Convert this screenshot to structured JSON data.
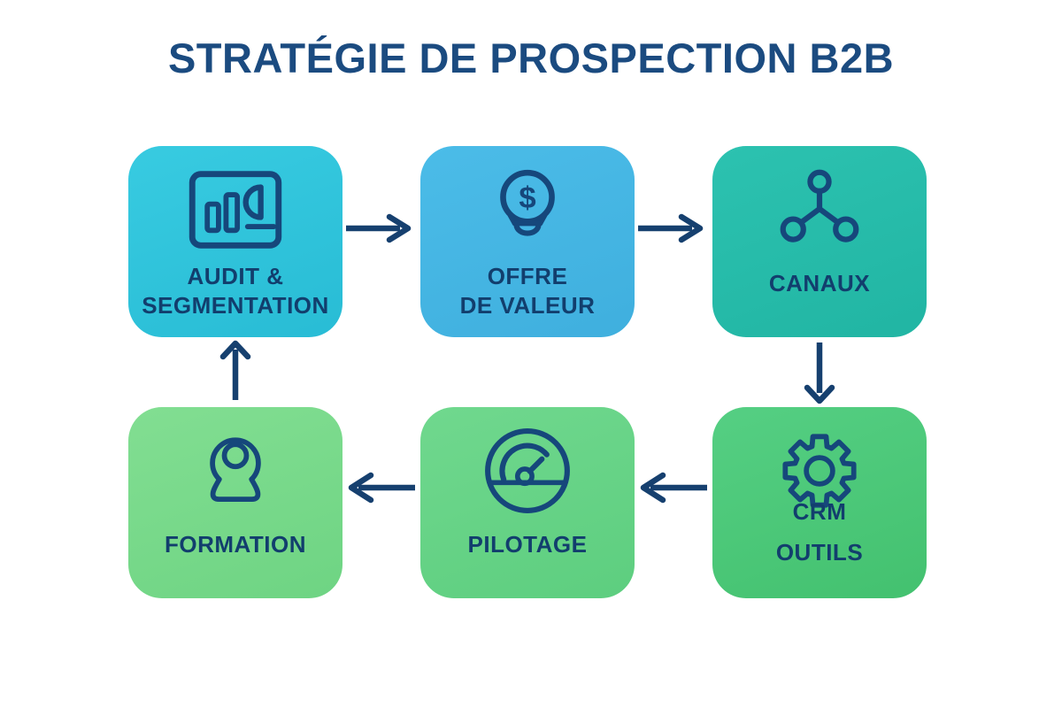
{
  "title": "STRATÉGIE DE PROSPECTION B2B",
  "colors": {
    "background": "#FFFFFF",
    "title_navy": "#1B4B80",
    "label_navy": "#123E6D",
    "icon_navy": "#16477B",
    "arrow_navy": "#16406F"
  },
  "boxes": [
    {
      "id": "audit",
      "label_lines": [
        "AUDIT &",
        "SEGMENTATION"
      ],
      "icon": "dashboard-chart-icon",
      "color_top": "#38CBE1",
      "color_bottom": "#28BCD5"
    },
    {
      "id": "offre",
      "label_lines": [
        "OFFRE",
        "DE VALEUR"
      ],
      "icon": "lightbulb-dollar-icon",
      "color_top": "#4BBCE8",
      "color_bottom": "#3FAFDE"
    },
    {
      "id": "canaux",
      "label_lines": [
        "CANAUX"
      ],
      "icon": "network-share-icon",
      "color_top": "#2CC2B0",
      "color_bottom": "#21B5A3"
    },
    {
      "id": "crm",
      "label_lines": [
        "CRM",
        "OUTILS"
      ],
      "icon": "gear-icon",
      "color_top": "#55CF83",
      "color_bottom": "#43C16F"
    },
    {
      "id": "pilotage",
      "label_lines": [
        "PILOTAGE"
      ],
      "icon": "gauge-icon",
      "color_top": "#70D88E",
      "color_bottom": "#5DCE7F"
    },
    {
      "id": "formation",
      "label_lines": [
        "FORMATION"
      ],
      "icon": "person-icon",
      "color_top": "#82DE92",
      "color_bottom": "#6ED483"
    }
  ],
  "flow": [
    {
      "from": "audit",
      "to": "offre",
      "direction": "right"
    },
    {
      "from": "offre",
      "to": "canaux",
      "direction": "right"
    },
    {
      "from": "canaux",
      "to": "crm",
      "direction": "down"
    },
    {
      "from": "crm",
      "to": "pilotage",
      "direction": "left"
    },
    {
      "from": "pilotage",
      "to": "formation",
      "direction": "left"
    },
    {
      "from": "formation",
      "to": "audit",
      "direction": "up"
    }
  ],
  "dollar_glyph": "$"
}
